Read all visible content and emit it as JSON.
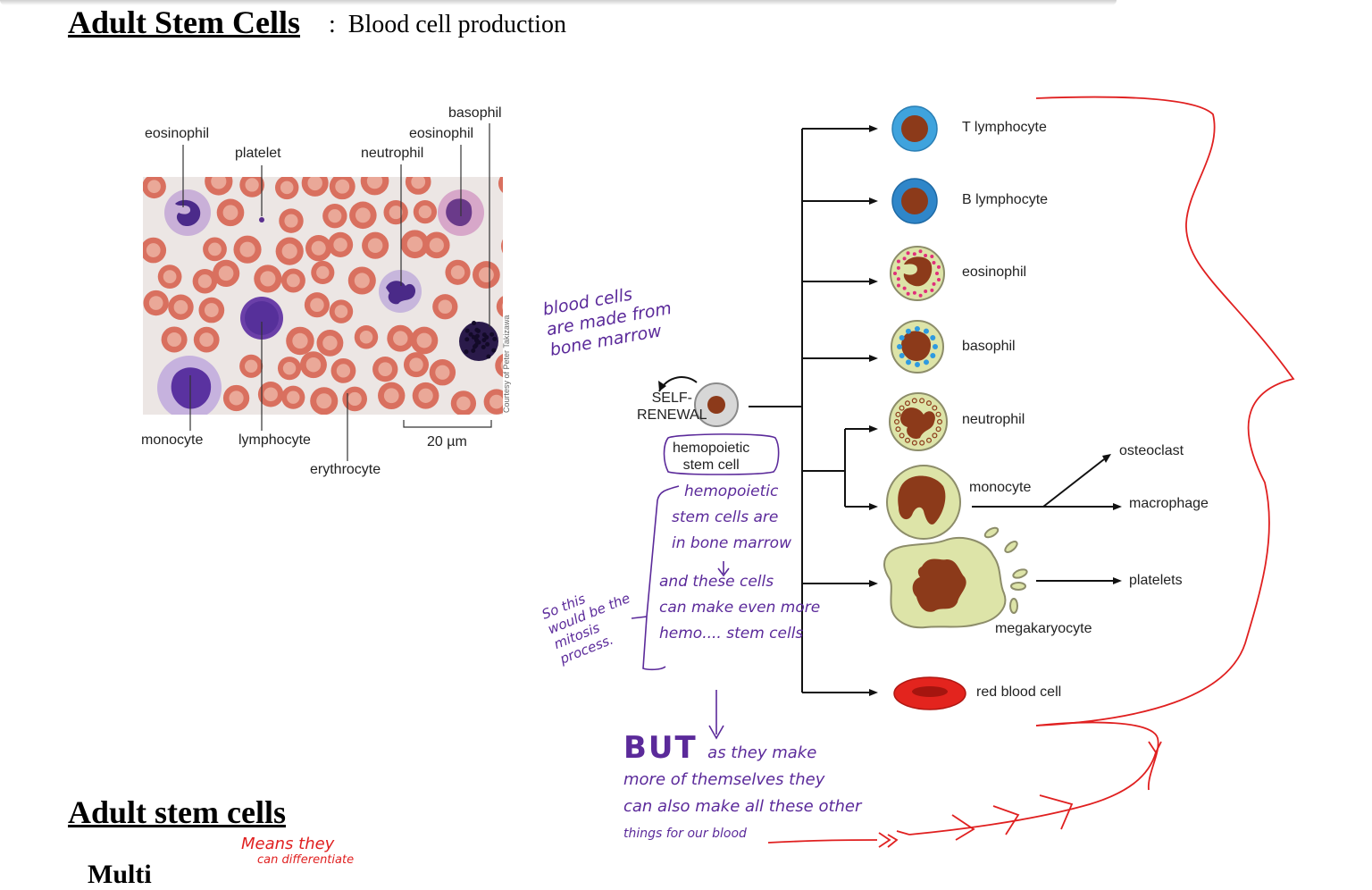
{
  "header": {
    "title": "Adult Stem Cells",
    "colon": ":",
    "subtitle": "Blood cell production"
  },
  "micrograph": {
    "labels": {
      "eosinophil_left": "eosinophil",
      "platelet": "platelet",
      "basophil": "basophil",
      "eosinophil_right": "eosinophil",
      "neutrophil": "neutrophil",
      "monocyte": "monocyte",
      "lymphocyte": "lymphocyte",
      "erythrocyte": "erythrocyte",
      "scale": "20 µm",
      "credit": "Courtesy of Peter Takizawa"
    }
  },
  "lineage": {
    "self_renewal": [
      "SELF-",
      "RENEWAL"
    ],
    "stem_cell": [
      "hemopoietic",
      "stem cell"
    ],
    "cells": {
      "t_lymphocyte": "T lymphocyte",
      "b_lymphocyte": "B lymphocyte",
      "eosinophil": "eosinophil",
      "basophil": "basophil",
      "neutrophil": "neutrophil",
      "monocyte": "monocyte",
      "osteoclast": "osteoclast",
      "macrophage": "macrophage",
      "megakaryocyte": "megakaryocyte",
      "platelets": "platelets",
      "red_blood_cell": "red blood cell"
    }
  },
  "annotations": {
    "bone_marrow_note": [
      "blood cells",
      "are made from",
      "bone marrow"
    ],
    "stem_cells_note": [
      "hemopoietic",
      "stem cells are",
      "in bone marrow",
      "↓",
      "and these cells",
      "can make even more",
      "hemo.... stem cells"
    ],
    "mitosis_note": [
      "So this",
      "would be the",
      "mitosis",
      "process."
    ],
    "but_note": [
      "BUT",
      "as they make",
      "more of themselves they",
      "can also make all these other",
      "things for our blood"
    ],
    "means_note": [
      "Means they",
      "can differentiate"
    ]
  },
  "section2": {
    "title": "Adult stem cells",
    "cut_text": "Multi"
  },
  "colors": {
    "ink_purple": "#5b2a9a",
    "ink_red": "#e02020",
    "nucleus": "#8c3a1a",
    "rbc": "#e3241e",
    "lymph_ring": "#3fa3dd",
    "granulocyte_bg": "#dde4a8"
  }
}
